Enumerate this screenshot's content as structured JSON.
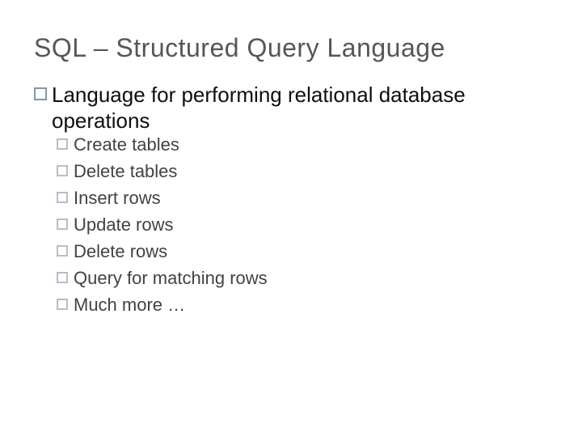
{
  "slide": {
    "title": "SQL – Structured Query Language",
    "main_bullet": "Language for performing relational database operations",
    "sub_bullets": [
      "Create tables",
      "Delete tables",
      "Insert rows",
      "Update rows",
      "Delete rows",
      "Query for matching rows",
      "Much more …"
    ],
    "colors": {
      "background": "#ffffff",
      "title_text": "#55565a",
      "l1_text": "#0e0f11",
      "l2_text": "#404245",
      "l1_bullet_border": "#8496a7",
      "l2_bullet_border": "#b4bfc8"
    }
  }
}
